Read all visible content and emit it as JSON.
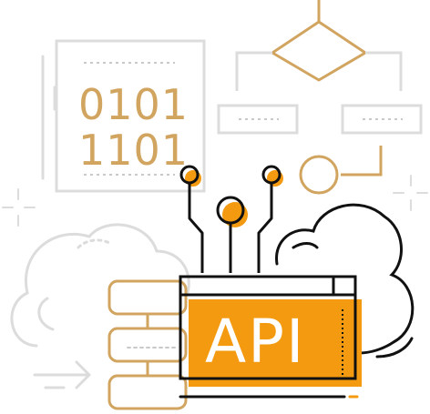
{
  "illustration": {
    "binary_line_1": "0101",
    "binary_line_2": "1101",
    "api_label": "API"
  },
  "colors": {
    "light_gray": "#dcdcdc",
    "mid_gray": "#c9c9c9",
    "tan": "#d1a45f",
    "orange": "#f39a10",
    "black": "#111111",
    "white": "#ffffff"
  },
  "icons": [
    "document-icon",
    "flowchart-icon",
    "cloud-icon",
    "database-stack-icon",
    "api-window-icon",
    "connector-nodes-icon",
    "arrow-right-icon",
    "sparkle-icon"
  ]
}
